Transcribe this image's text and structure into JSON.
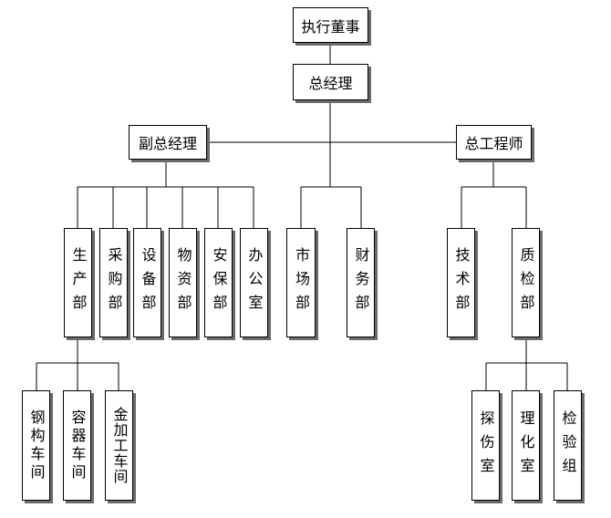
{
  "org": {
    "executive_director": "执行董事",
    "general_manager": "总经理",
    "deputy_gm": "副总经理",
    "chief_engineer": "总工程师",
    "production": "生产部",
    "purchasing": "采购部",
    "equipment": "设备部",
    "materials": "物资部",
    "security": "安保部",
    "office": "办公室",
    "marketing": "市场部",
    "finance": "财务部",
    "technical": "技术部",
    "quality": "质检部",
    "steel_workshop": "钢构车间",
    "vessel_workshop": "容器车间",
    "machining_workshop": "金加工车间",
    "ndt_room": "探伤室",
    "lab_room": "理化室",
    "inspection_group": "检验组"
  },
  "colors": {
    "line": "#000000",
    "border": "#000000",
    "shadow": "#6b6b6b",
    "background": "#ffffff"
  }
}
